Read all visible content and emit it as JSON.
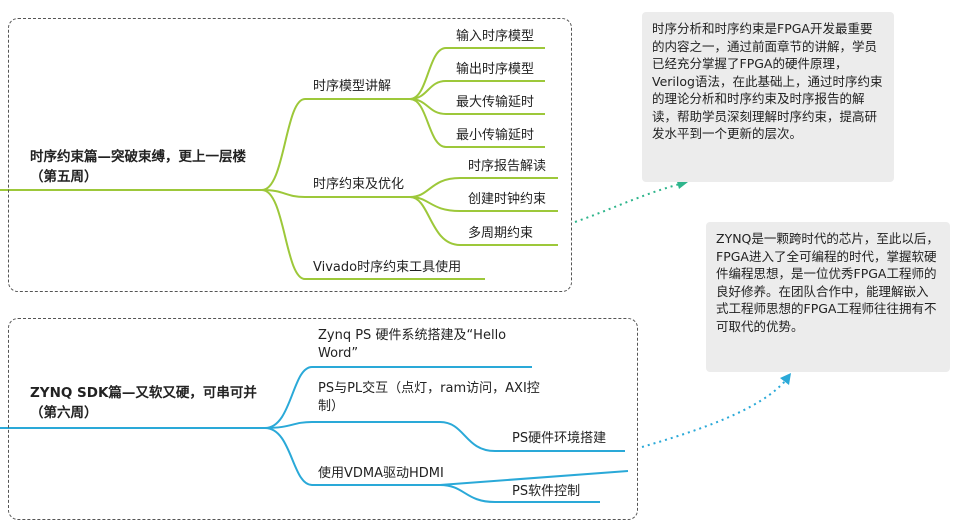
{
  "module5": {
    "root": "时序约束篇—突破束缚，更上一层楼（第五周）",
    "topic1": "时序模型讲解",
    "topic1_items": [
      "输入时序模型",
      "输出时序模型",
      "最大传输延时",
      "最小传输延时"
    ],
    "topic2": "时序约束及优化",
    "topic2_items": [
      "时序报告解读",
      "创建时钟约束",
      "多周期约束"
    ],
    "topic3": "Vivado时序约束工具使用"
  },
  "module6": {
    "root": "ZYNQ SDK篇—又软又硬，可串可并（第六周）",
    "topic1": "Zynq PS 硬件系统搭建及“Hello Word”",
    "topic2": "PS与PL交互（点灯，ram访问，AXI控制）",
    "topic2_item": "PS硬件环境搭建",
    "topic3": "使用VDMA驱动HDMI",
    "topic3_item": "PS软件控制"
  },
  "notes": {
    "timing": "时序分析和时序约束是FPGA开发最重要的内容之一，通过前面章节的讲解，学员已经充分掌握了FPGA的硬件原理，Verilog语法，在此基础上，通过时序约束的理论分析和时序约束及时序报告的解读，帮助学员深刻理解时序约束，提高研发水平到一个更新的层次。",
    "zynq": "ZYNQ是一颗跨时代的芯片，至此以后，FPGA进入了全可编程的时代，掌握软硬件编程思想，是一位优秀FPGA工程师的良好修养。在团队合作中，能理解嵌入式工程师思想的FPGA工程师往往拥有不可取代的优势。"
  },
  "colors": {
    "green": "#9dc83a",
    "blue": "#2aa9d8",
    "note_bg": "#ececec"
  }
}
